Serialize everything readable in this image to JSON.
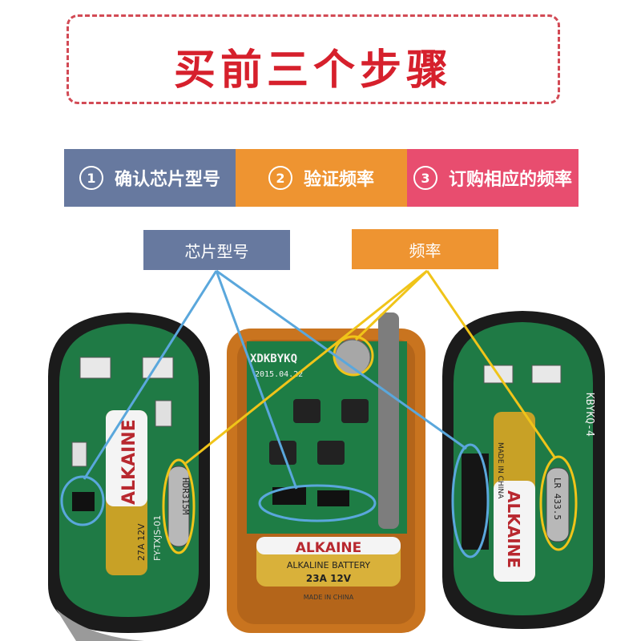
{
  "title": "买前三个步骤",
  "steps": [
    {
      "num": "1",
      "label": "确认芯片型号",
      "color": "#67799f"
    },
    {
      "num": "2",
      "label": "验证频率",
      "color": "#ee9431"
    },
    {
      "num": "3",
      "label": "订购相应的频率",
      "color": "#e84d6f"
    }
  ],
  "labels": {
    "chip": "芯片型号",
    "frequency": "频率"
  },
  "pcb_text": {
    "left_chip": "HDR315M",
    "left_board": "FY-TXJS-01",
    "left_battery_brand": "ALKAINE",
    "left_battery_model": "27A 12V",
    "middle_board": "XDKBYKQ",
    "middle_date": "2015.04.22",
    "middle_battery_brand": "ALKAINE",
    "middle_battery_line": "ALKALINE BATTERY",
    "middle_battery_model": "23A 12V",
    "middle_made_in": "MADE IN CHINA",
    "right_board": "KBYKQ-4",
    "right_chip": "LR 433.5",
    "right_battery_brand": "ALKAINE",
    "right_made_in": "MADE IN CHINA"
  },
  "colors": {
    "title_red": "#d6202c",
    "line_blue": "#5aa7dc",
    "line_yellow": "#f0c419"
  }
}
